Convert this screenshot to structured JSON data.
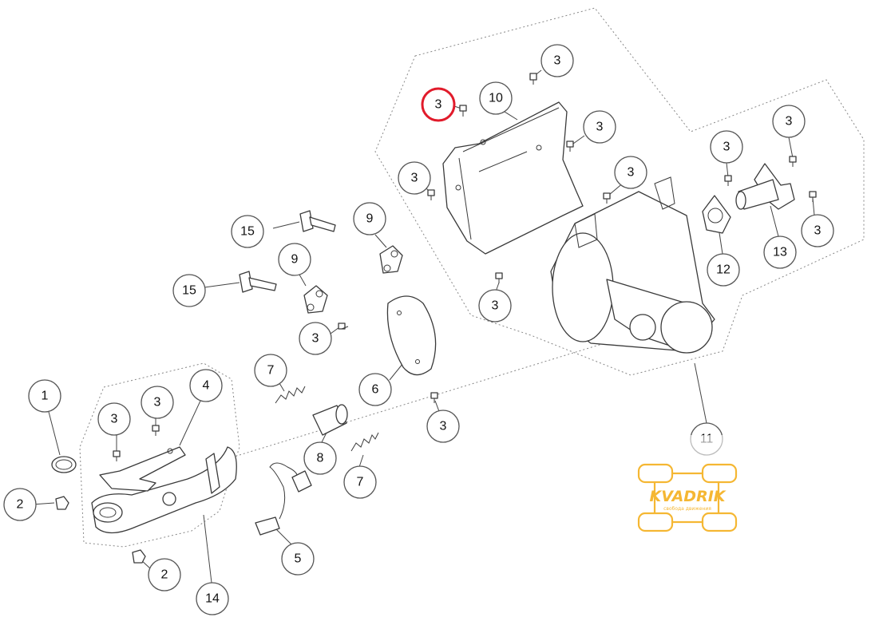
{
  "callouts": [
    {
      "id": "c3-top-right-screw",
      "label": "3"
    },
    {
      "id": "c3-highlighted",
      "label": "3",
      "highlighted": true
    },
    {
      "id": "c10",
      "label": "10"
    },
    {
      "id": "c3-shield-right",
      "label": "3"
    },
    {
      "id": "c3-shield-left",
      "label": "3"
    },
    {
      "id": "c3-muffler-top",
      "label": "3"
    },
    {
      "id": "c3-far-right-top",
      "label": "3"
    },
    {
      "id": "c3-flange-left",
      "label": "3"
    },
    {
      "id": "c3-flange-right",
      "label": "3"
    },
    {
      "id": "c12",
      "label": "12"
    },
    {
      "id": "c13",
      "label": "13"
    },
    {
      "id": "c15-top",
      "label": "15"
    },
    {
      "id": "c9-top",
      "label": "9"
    },
    {
      "id": "c15-bottom",
      "label": "15"
    },
    {
      "id": "c9-bottom",
      "label": "9"
    },
    {
      "id": "c3-below-shield",
      "label": "3"
    },
    {
      "id": "c3-bracket",
      "label": "3"
    },
    {
      "id": "c7-top",
      "label": "7"
    },
    {
      "id": "c6",
      "label": "6"
    },
    {
      "id": "c11",
      "label": "11"
    },
    {
      "id": "c1",
      "label": "1"
    },
    {
      "id": "c3-pipe-left",
      "label": "3"
    },
    {
      "id": "c3-pipe-mid",
      "label": "3"
    },
    {
      "id": "c4",
      "label": "4"
    },
    {
      "id": "c3-spring-area",
      "label": "3"
    },
    {
      "id": "c8",
      "label": "8"
    },
    {
      "id": "c7-bottom",
      "label": "7"
    },
    {
      "id": "c2-left",
      "label": "2"
    },
    {
      "id": "c2-bottom",
      "label": "2"
    },
    {
      "id": "c5",
      "label": "5"
    },
    {
      "id": "c14",
      "label": "14"
    }
  ],
  "logo": {
    "name": "KVADRIK",
    "tagline": "свобода движения"
  },
  "colors": {
    "highlight": "#e11b2b",
    "logo": "#f5b733",
    "line": "#3a3a3a"
  }
}
